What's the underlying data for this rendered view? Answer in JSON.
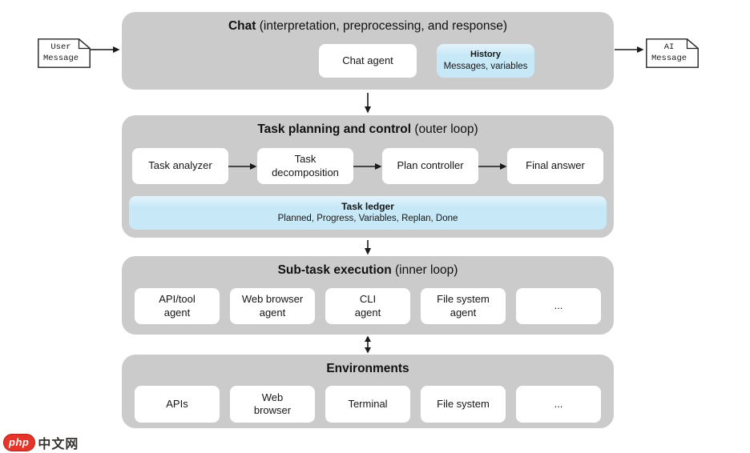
{
  "colors": {
    "section_bg": "#cbcbcb",
    "node_bg": "#ffffff",
    "memory_blue": "#c7e8f7",
    "text": "#161616",
    "arrow": "#1a1a1a",
    "logo_red": "#e5342a",
    "logo_text": "#35312f"
  },
  "side_notes": {
    "user": "User\nMessage",
    "ai": "AI\nMessage"
  },
  "sections": {
    "chat": {
      "title_bold": "Chat",
      "title_rest": " (interpretation, preprocessing, and response)",
      "agent": "Chat agent",
      "history_title": "History",
      "history_sub": "Messages, variables"
    },
    "planning": {
      "title_bold": "Task planning and control",
      "title_rest": " (outer loop)",
      "steps": [
        "Task analyzer",
        "Task\ndecomposition",
        "Plan controller",
        "Final answer"
      ],
      "ledger_title": "Task ledger",
      "ledger_sub": "Planned, Progress, Variables, Replan, Done"
    },
    "subtask": {
      "title_bold": "Sub-task execution",
      "title_rest": " (inner loop)",
      "agents": [
        "API/tool\nagent",
        "Web browser\nagent",
        "CLI\nagent",
        "File system\nagent",
        "..."
      ]
    },
    "environments": {
      "title_bold": "Environments",
      "items": [
        "APIs",
        "Web\nbrowser",
        "Terminal",
        "File system",
        "..."
      ]
    }
  },
  "logo": {
    "badge": "php",
    "text": "中文网"
  }
}
